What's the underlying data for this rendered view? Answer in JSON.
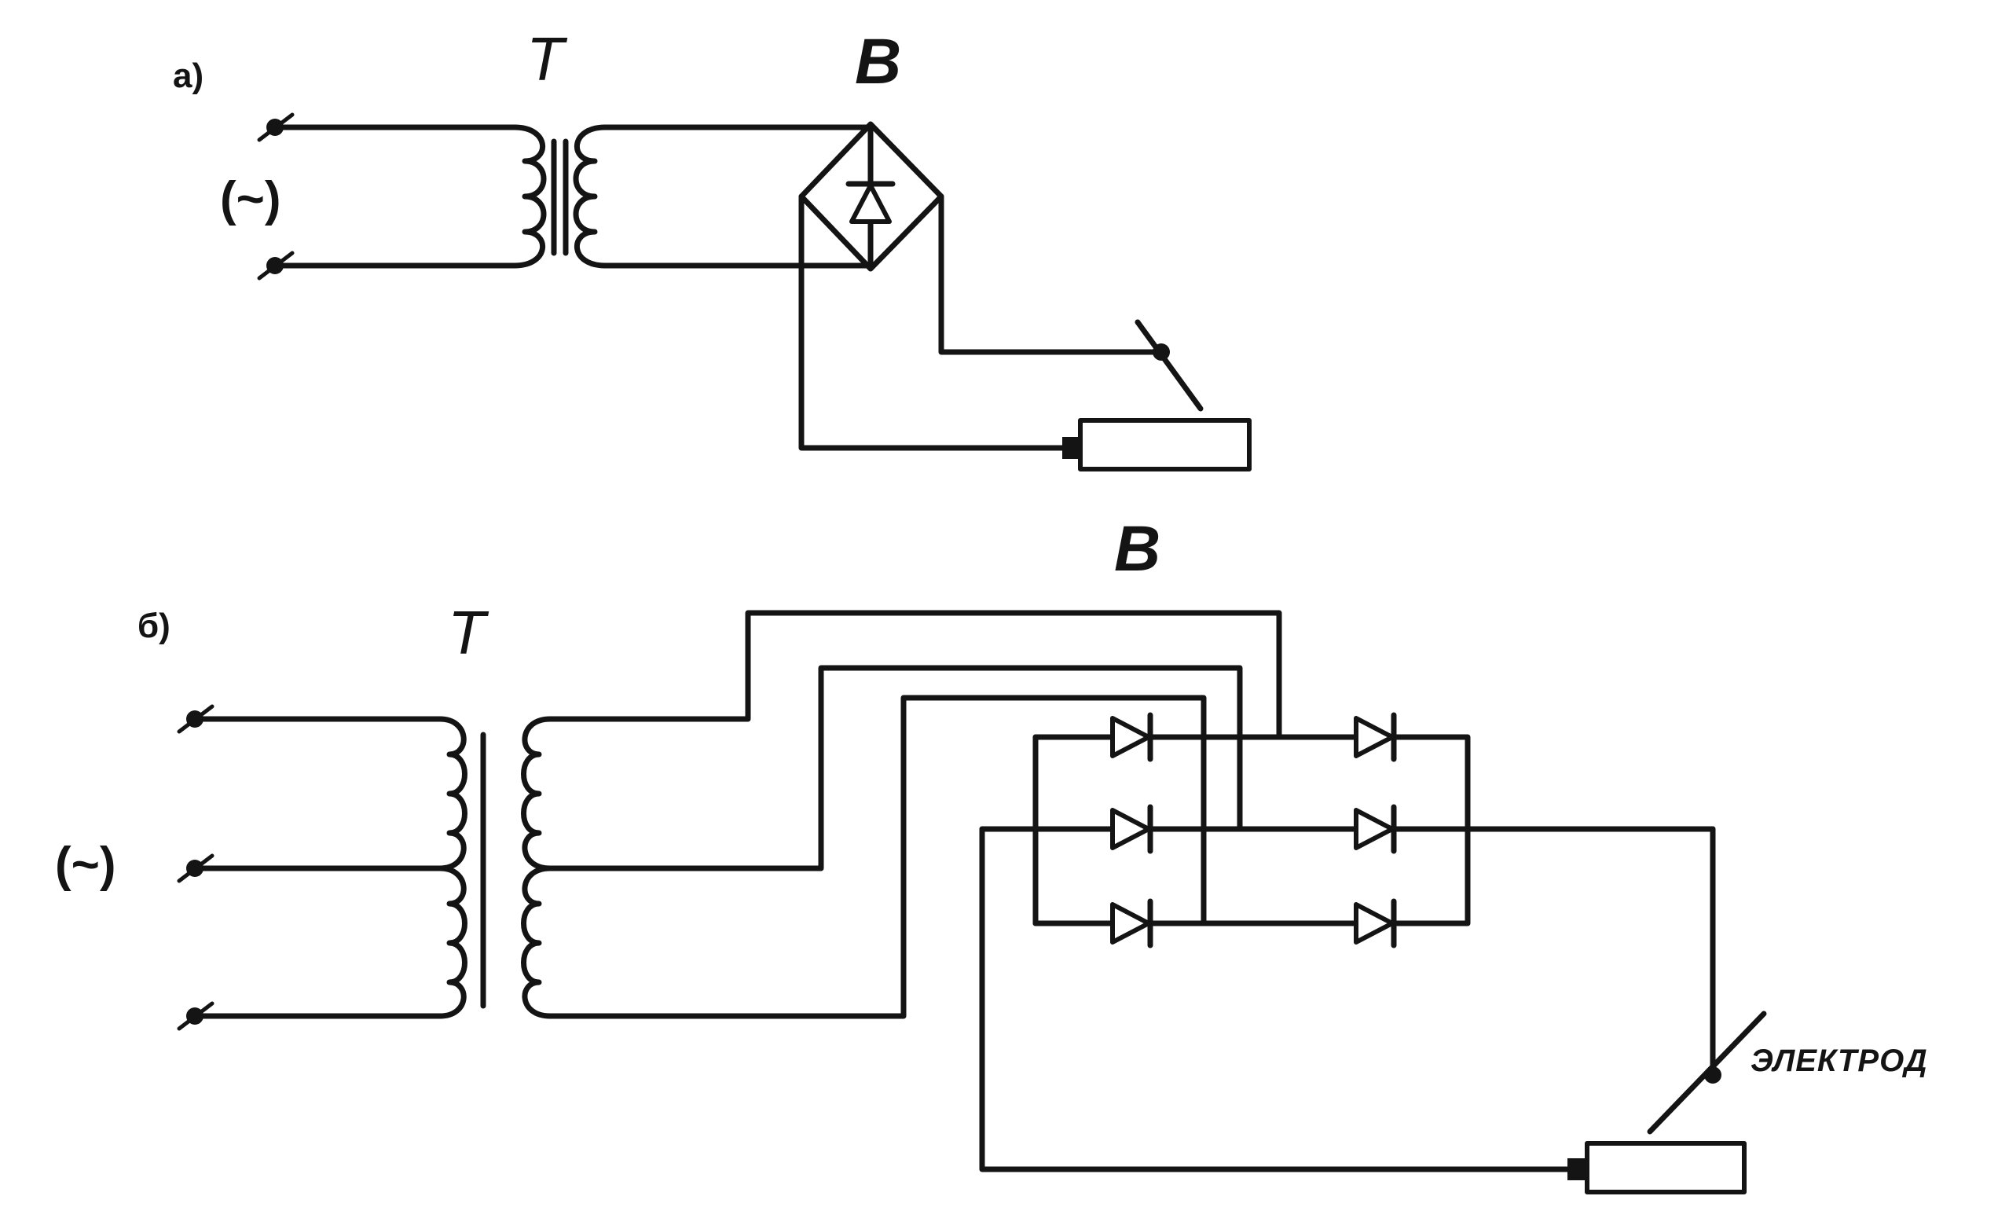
{
  "diagram_a": {
    "part_label": "а)",
    "transformer_label": "T",
    "rectifier_label": "B",
    "supply_label": "(~)"
  },
  "diagram_b": {
    "part_label": "б)",
    "transformer_label": "T",
    "rectifier_label": "B",
    "supply_label": "(~)",
    "electrode_label": "ЭЛЕКТРОД"
  },
  "colors": {
    "ink": "#141414",
    "paper": "#ffffff"
  },
  "icons": [
    "ac-source-terminal",
    "transformer-winding",
    "diode",
    "electrode-holder",
    "workpiece"
  ]
}
